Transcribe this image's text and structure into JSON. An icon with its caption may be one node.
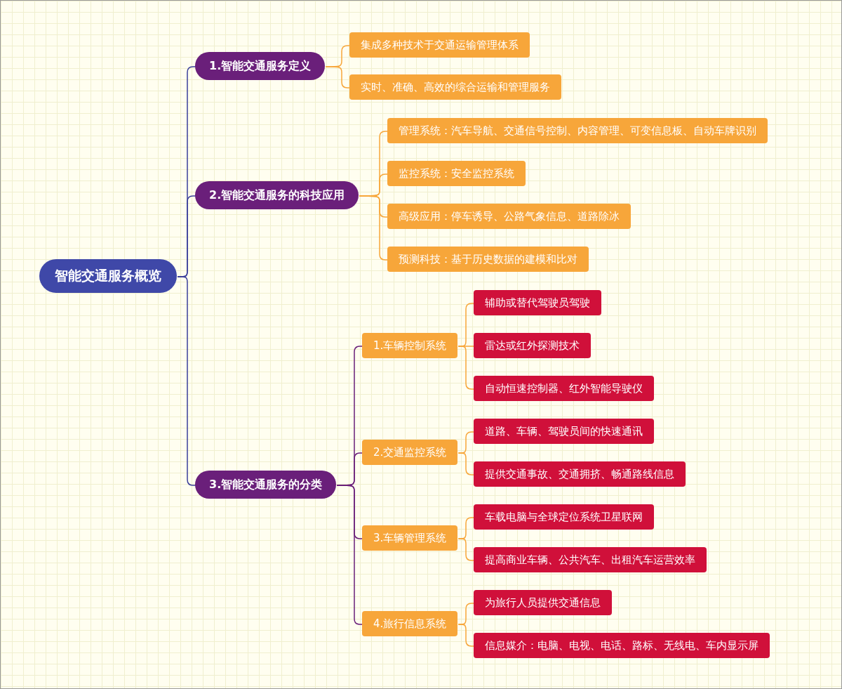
{
  "diagram": {
    "nodes": [
      {
        "text": [
          "智能交通服务概览"
        ]
      },
      {
        "text": [
          "1.智能交通服务定义"
        ]
      },
      {
        "text": [
          "集成多种技术于交通运输管理体系"
        ]
      },
      {
        "text": [
          "实时、准确、高效的综合运输和管理服务"
        ]
      },
      {
        "text": [
          "2.智能交通服务的科技应用"
        ]
      },
      {
        "text": [
          "管理系统：汽车导航、交通信号控制、内容管理、可变信息板、自动车牌识别"
        ]
      },
      {
        "text": [
          "监控系统：安全监控系统"
        ]
      },
      {
        "text": [
          "高级应用：停车诱导、公路气象信息、道路除冰"
        ]
      },
      {
        "text": [
          "预测科技：基于历史数据的建模和比对"
        ]
      },
      {
        "text": [
          "3.智能交通服务的分类"
        ]
      },
      {
        "text": [
          "1.车辆控制系统"
        ]
      },
      {
        "text": [
          "辅助或替代驾驶员驾驶"
        ]
      },
      {
        "text": [
          "雷达或红外探测技术"
        ]
      },
      {
        "text": [
          "自动恒速控制器、红外智能导驶仪"
        ]
      },
      {
        "text": [
          "2.交通监控系统"
        ]
      },
      {
        "text": [
          "道路、车辆、驾驶员间的快速通讯"
        ]
      },
      {
        "text": [
          "提供交通事故、交通拥挤、畅通路线信息"
        ]
      },
      {
        "text": [
          "3.车辆管理系统"
        ]
      },
      {
        "text": [
          "车载电脑与全球定位系统卫星联网"
        ]
      },
      {
        "text": [
          "提高商业车辆、公共汽车、出租汽车运营效率"
        ]
      },
      {
        "text": [
          "4.旅行信息系统"
        ]
      },
      {
        "text": [
          "为旅行人员提供交通信息"
        ]
      },
      {
        "text": [
          "信息媒介：电脑、电视、电话、路标、无线电、车内显示屏"
        ]
      }
    ],
    "edges": [
      {
        "from": 0,
        "to": 1,
        "arrow": "none",
        "color": "#3b3f9a"
      },
      {
        "from": 0,
        "to": 4,
        "arrow": "none",
        "color": "#3b3f9a"
      },
      {
        "from": 0,
        "to": 9,
        "arrow": "none",
        "color": "#3b3f9a"
      },
      {
        "from": 1,
        "to": 2,
        "arrow": "none"
      },
      {
        "from": 1,
        "to": 3,
        "arrow": "none"
      },
      {
        "from": 4,
        "to": 5,
        "arrow": "none"
      },
      {
        "from": 4,
        "to": 6,
        "arrow": "none"
      },
      {
        "from": 4,
        "to": 7,
        "arrow": "none"
      },
      {
        "from": 4,
        "to": 8,
        "arrow": "none"
      },
      {
        "from": 9,
        "to": 10,
        "arrow": "none",
        "color": "#6a1f7a"
      },
      {
        "from": 9,
        "to": 14,
        "arrow": "none",
        "color": "#6a1f7a"
      },
      {
        "from": 9,
        "to": 17,
        "arrow": "none",
        "color": "#6a1f7a"
      },
      {
        "from": 9,
        "to": 20,
        "arrow": "none",
        "color": "#6a1f7a"
      },
      {
        "from": 10,
        "to": 11,
        "arrow": "none"
      },
      {
        "from": 10,
        "to": 12,
        "arrow": "none"
      },
      {
        "from": 10,
        "to": 13,
        "arrow": "none"
      },
      {
        "from": 14,
        "to": 15,
        "arrow": "none"
      },
      {
        "from": 14,
        "to": 16,
        "arrow": "none"
      },
      {
        "from": 17,
        "to": 18,
        "arrow": "none"
      },
      {
        "from": 17,
        "to": 19,
        "arrow": "none"
      },
      {
        "from": 20,
        "to": 21,
        "arrow": "none"
      },
      {
        "from": 20,
        "to": 22,
        "arrow": "none"
      }
    ]
  }
}
